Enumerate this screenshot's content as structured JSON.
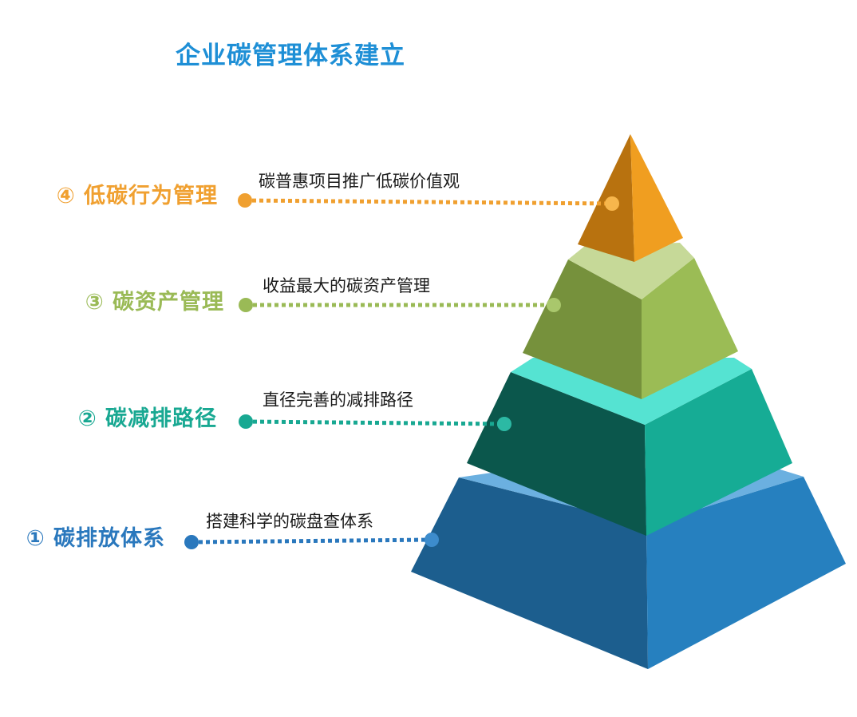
{
  "title": "企业碳管理体系建立",
  "levels": [
    {
      "label": "④ 低碳行为管理",
      "description": "碳普惠项目推广低碳价值观",
      "color": "#f0a030"
    },
    {
      "label": "③ 碳资产管理",
      "description": "收益最大的碳资产管理",
      "color": "#9aba56"
    },
    {
      "label": "② 碳减排路径",
      "description": "直径完善的减排路径",
      "color": "#18a892"
    },
    {
      "label": "① 碳排放体系",
      "description": "搭建科学的碳盘查体系",
      "color": "#2a78bd"
    }
  ]
}
